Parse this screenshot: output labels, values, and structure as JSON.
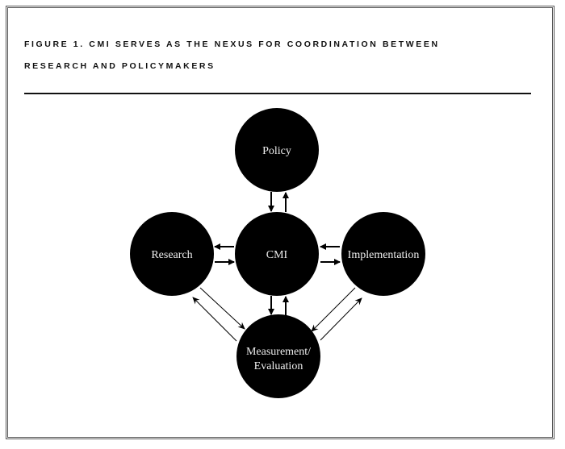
{
  "figure": {
    "title_line1": "FIGURE 1. CMI SERVES AS THE NEXUS FOR COORDINATION BETWEEN",
    "title_line2": "RESEARCH AND POLICYMAKERS"
  },
  "nodes": {
    "policy": "Policy",
    "cmi": "CMI",
    "research": "Research",
    "implementation": "Implementation",
    "measurement_line1": "Measurement/",
    "measurement_line2": "Evaluation"
  },
  "colors": {
    "node_fill": "#000000",
    "node_text": "#eeeeee"
  }
}
